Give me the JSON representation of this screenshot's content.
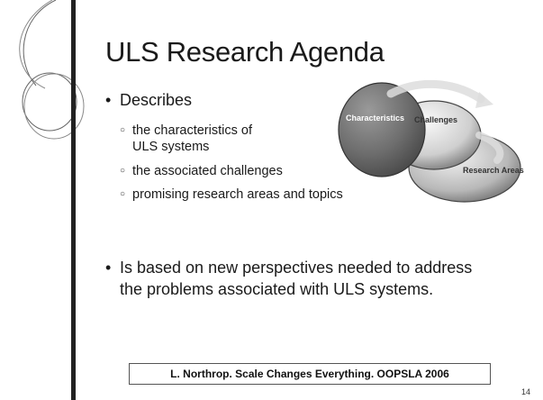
{
  "slide": {
    "title": "ULS Research Agenda",
    "bullet1": "Describes",
    "sub1_line1": "the characteristics of",
    "sub1_line2": "ULS systems",
    "sub2": "the associated challenges",
    "sub3": "promising research areas and topics",
    "bullet2_line1": "Is based on new perspectives needed to address",
    "bullet2_line2": "the problems associated with ULS systems.",
    "citation": "L. Northrop. Scale Changes Everything. OOPSLA 2006",
    "page_number": "14"
  },
  "diagram": {
    "label1": "Characteristics",
    "label2": "Challenges",
    "label3": "Research Areas"
  }
}
